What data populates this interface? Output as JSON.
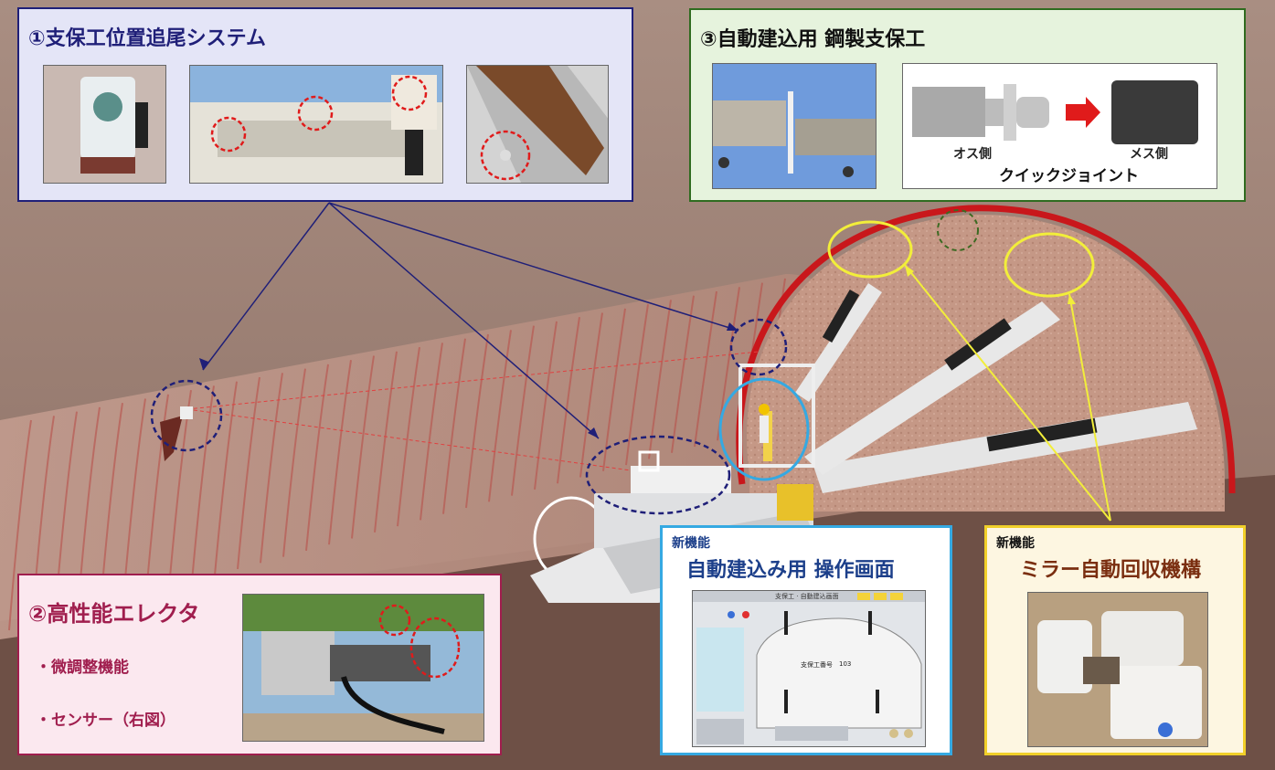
{
  "panel1": {
    "title": "①支保工位置追尾システム"
  },
  "panel3": {
    "title": "③自動建込用 鋼製支保工",
    "male_label": "オス側",
    "female_label": "メス側",
    "joint_label": "クイックジョイント"
  },
  "panel2": {
    "title": "②高性能エレクタ",
    "features": [
      "・微調整機能",
      "・センサー（右図）"
    ]
  },
  "screen_panel": {
    "tag": "新機能",
    "title": "自動建込み用 操作画面",
    "screen_header": "支保工 · 自動建込画面",
    "screen_number_label": "支保工番号",
    "screen_number_value": "103"
  },
  "mirror_panel": {
    "tag": "新機能",
    "title": "ミラー自動回収機構"
  },
  "colors": {
    "panel1_border": "#1f1f78",
    "panel1_bg": "#e4e5f7",
    "panel3_border": "#2f6b1f",
    "panel3_bg": "#e6f3dd",
    "panel2_border": "#a01e4e",
    "panel2_bg": "#fbe8ef",
    "panel2_title": "#a01e4e",
    "screen_border": "#35a9e2",
    "mirror_border": "#f0cf2a",
    "tunnel_red": "#c9171b",
    "callout_navy": "#1f1f78",
    "callout_yellow": "#f2ee3a"
  }
}
